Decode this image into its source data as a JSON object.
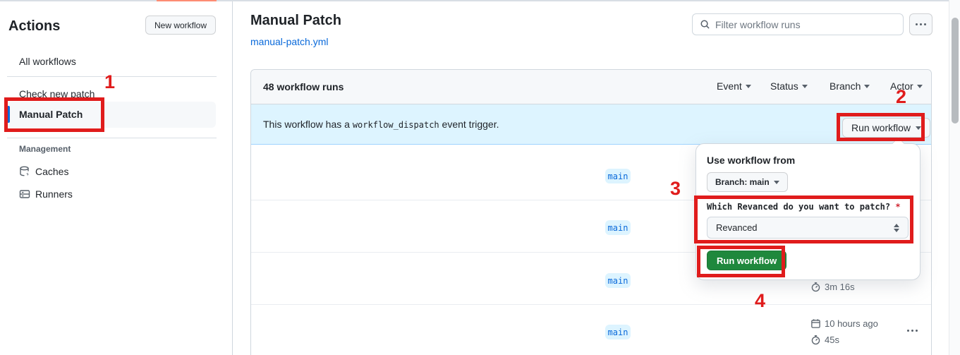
{
  "colors": {
    "annotation_red": "#e01c1c",
    "accent_blue": "#0969da",
    "active_tab_orange": "#fd8c73",
    "banner_blue": "#ddf4ff",
    "run_button_green": "#1f883d"
  },
  "annotations": {
    "steps": [
      "1",
      "2",
      "3",
      "4"
    ]
  },
  "sidebar": {
    "title": "Actions",
    "new_workflow_button": "New workflow",
    "items": [
      {
        "label": "All workflows"
      },
      {
        "label": "Check new patch"
      },
      {
        "label": "Manual Patch",
        "selected": true
      }
    ],
    "management": {
      "label": "Management",
      "items": [
        {
          "label": "Caches",
          "icon": "cache-database-icon"
        },
        {
          "label": "Runners",
          "icon": "runners-icon"
        }
      ]
    }
  },
  "header": {
    "title": "Manual Patch",
    "file_link": "manual-patch.yml",
    "search_placeholder": "Filter workflow runs"
  },
  "runs_table": {
    "count_label": "48 workflow runs",
    "filters": [
      {
        "label": "Event"
      },
      {
        "label": "Status"
      },
      {
        "label": "Branch"
      },
      {
        "label": "Actor"
      }
    ],
    "banner": {
      "text_before": "This workflow has a ",
      "code": "workflow_dispatch",
      "text_after": " event trigger.",
      "run_button": "Run workflow"
    },
    "rows": [
      {
        "branch": "main"
      },
      {
        "branch": "main"
      },
      {
        "branch": "main",
        "duration": "3m 16s"
      },
      {
        "branch": "main",
        "time": "10 hours ago",
        "duration": "45s"
      }
    ]
  },
  "dropdown": {
    "title": "Use workflow from",
    "branch_button": "Branch: main",
    "input_label": "Which Revanced do you want to patch? ",
    "required_marker": "*",
    "select_value": "Revanced",
    "run_button": "Run workflow"
  }
}
